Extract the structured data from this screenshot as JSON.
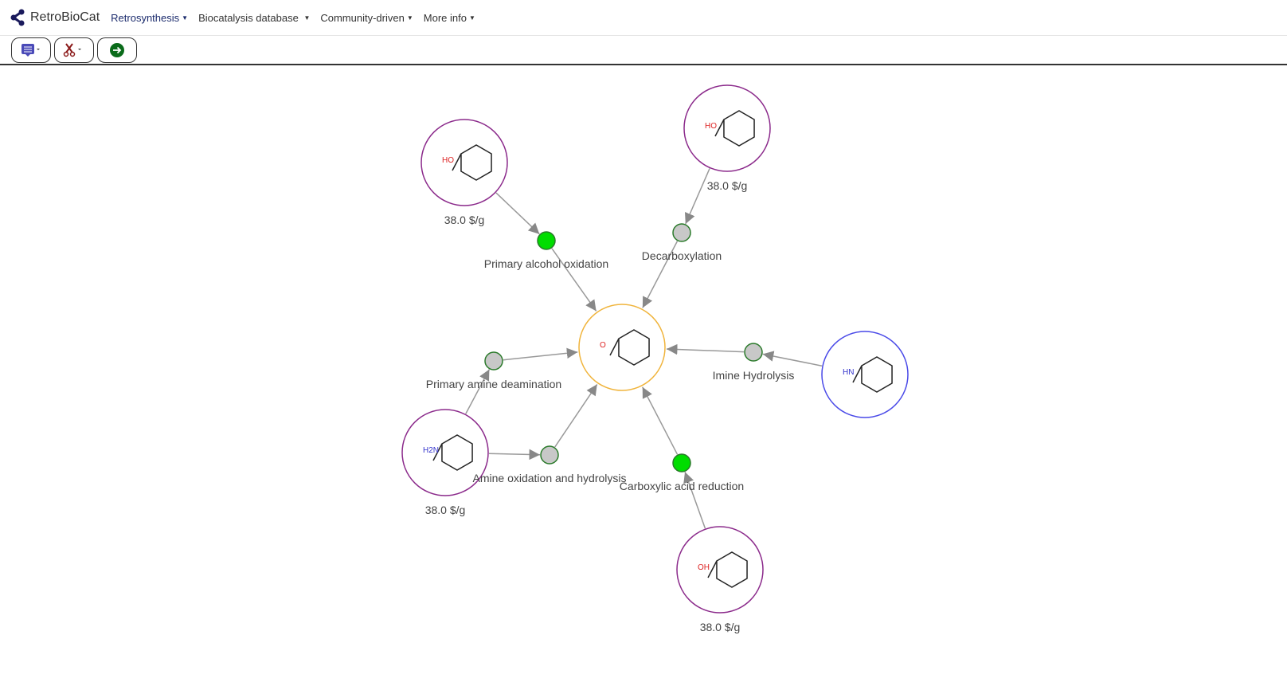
{
  "navbar": {
    "brand": "RetroBioCat",
    "items": [
      {
        "label": "Retrosynthesis",
        "active": true
      },
      {
        "label": "Biocatalysis database"
      },
      {
        "label": "Community-driven"
      },
      {
        "label": "More info"
      }
    ]
  },
  "toolbar": {
    "buttons": [
      {
        "icon": "list-menu-icon"
      },
      {
        "icon": "scissors-icon"
      },
      {
        "icon": "arrow-right-circle-icon"
      }
    ]
  },
  "graph": {
    "colors": {
      "target": "#f0b43c",
      "purchasable": "#8b2a8b",
      "not_purchasable": "#4a4ae8",
      "reaction_active": "#00dd00",
      "reaction_inactive": "#c8c8c8",
      "edge": "#999999"
    },
    "molecules": [
      {
        "id": "benzaldehyde",
        "role": "target",
        "group": "O",
        "price": null
      },
      {
        "id": "benzyl-alcohol",
        "role": "purchasable",
        "group": "HO",
        "price": "38.0 $/g"
      },
      {
        "id": "phenylglyoxylic-acid",
        "role": "purchasable",
        "group": "HO",
        "price": "38.0 $/g"
      },
      {
        "id": "benzaldimine",
        "role": "not_purchasable",
        "group": "HN",
        "price": null
      },
      {
        "id": "benzylamine",
        "role": "purchasable",
        "group": "H2N",
        "price": "38.0 $/g"
      },
      {
        "id": "benzoic-acid",
        "role": "purchasable",
        "group": "OH",
        "price": "38.0 $/g"
      }
    ],
    "reactions": [
      {
        "id": "r1",
        "label": "Primary alcohol oxidation",
        "active": true,
        "from": "benzyl-alcohol"
      },
      {
        "id": "r2",
        "label": "Decarboxylation",
        "active": false,
        "from": "phenylglyoxylic-acid"
      },
      {
        "id": "r3",
        "label": "Imine Hydrolysis",
        "active": false,
        "from": "benzaldimine"
      },
      {
        "id": "r4",
        "label": "Primary amine deamination",
        "active": false,
        "from": "benzylamine"
      },
      {
        "id": "r5",
        "label": "Amine oxidation and hydrolysis",
        "active": false,
        "from": "benzylamine"
      },
      {
        "id": "r6",
        "label": "Carboxylic acid reduction",
        "active": true,
        "from": "benzoic-acid"
      }
    ]
  }
}
